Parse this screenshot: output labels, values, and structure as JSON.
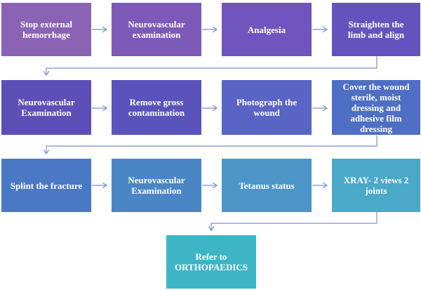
{
  "diagram": {
    "nodes": [
      {
        "id": "n1",
        "text": "Stop external\nhemorrhage",
        "color": "#8a63b5"
      },
      {
        "id": "n2",
        "text": "Neurovascular\nexamination",
        "color": "#7d5ab8"
      },
      {
        "id": "n3",
        "text": "Analgesia",
        "color": "#6f55bd"
      },
      {
        "id": "n4",
        "text": "Straighten the\nlimb and align",
        "color": "#6553bd"
      },
      {
        "id": "n5",
        "text": "Neurovascular\nExamination",
        "color": "#5e4fb8"
      },
      {
        "id": "n6",
        "text": "Remove gross\ncontamination",
        "color": "#5a53bb"
      },
      {
        "id": "n7",
        "text": "Photograph the\nwound",
        "color": "#5a64c4"
      },
      {
        "id": "n8",
        "text": "Cover the wound\nsterile, moist\ndressing and\nadhesive film\ndressing",
        "color": "#4e6fc3"
      },
      {
        "id": "n9",
        "text": "Splint the fracture",
        "color": "#4b78c5"
      },
      {
        "id": "n10",
        "text": "Neurovascular\nExamination",
        "color": "#4a86c6"
      },
      {
        "id": "n11",
        "text": "Tetanus status",
        "color": "#4c96c7"
      },
      {
        "id": "n12",
        "text": "XRAY- 2 views 2\njoints",
        "color": "#4aa9c9"
      },
      {
        "id": "n13",
        "text": "Refer to\nORTHOPAEDICS",
        "color": "#3eb5c7"
      }
    ],
    "connector_color": "#7a8fd0"
  }
}
